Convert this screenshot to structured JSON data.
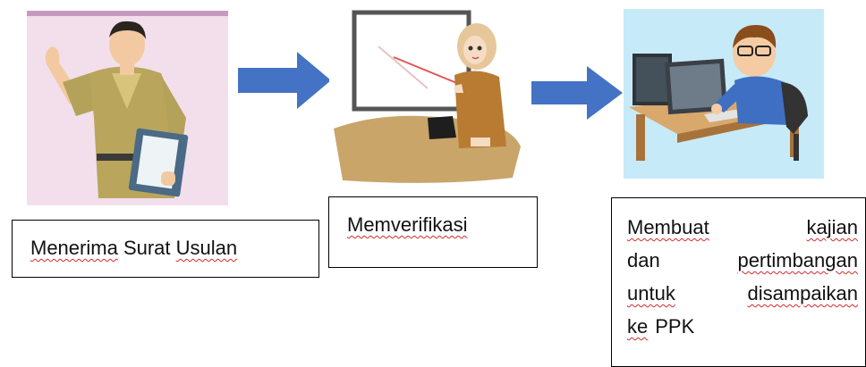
{
  "steps": [
    {
      "text": "Menerima Surat Usulan",
      "words": [
        "Menerima",
        "Surat",
        "Usulan"
      ]
    },
    {
      "text": "Memverifikasi"
    },
    {
      "lines": [
        [
          "Membuat",
          "kajian"
        ],
        [
          "dan",
          "pertimbangan"
        ],
        [
          "untuk",
          "disampaikan"
        ],
        [
          "ke",
          "PPK"
        ]
      ]
    }
  ],
  "colors": {
    "arrow": "#4472c4",
    "box_border": "#000000",
    "spell_underline": "#d42a2a"
  },
  "icons": [
    "officer-illustration",
    "arrow-right-icon",
    "teacher-whiteboard-illustration",
    "arrow-right-icon",
    "computer-worker-illustration"
  ]
}
